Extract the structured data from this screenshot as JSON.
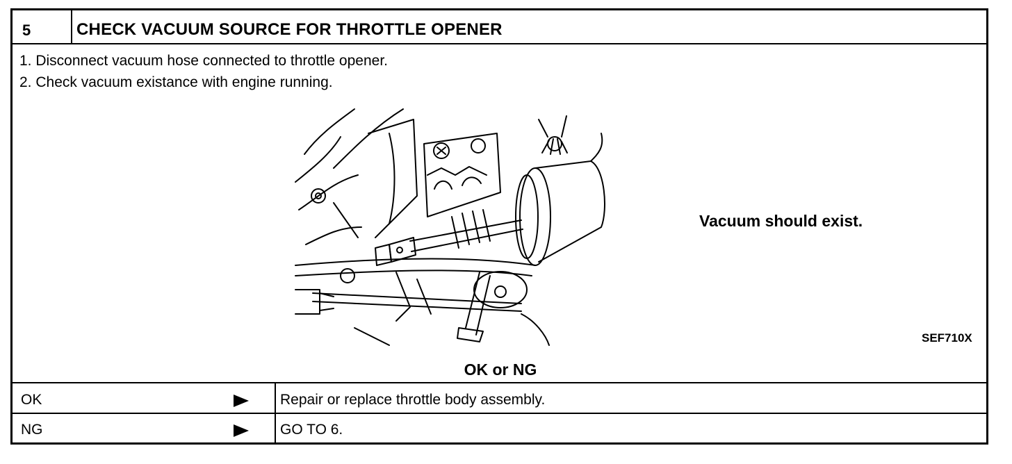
{
  "step": {
    "number": "5",
    "title": "CHECK VACUUM SOURCE FOR THROTTLE OPENER"
  },
  "instructions": [
    "1.  Disconnect vacuum hose connected to throttle opener.",
    "2.  Check vacuum existance with engine running."
  ],
  "figure": {
    "spec_text": "Vacuum should exist.",
    "reference_code": "SEF710X"
  },
  "result_prompt": "OK or NG",
  "outcomes": [
    {
      "label": "OK",
      "action": "Repair or replace throttle body assembly."
    },
    {
      "label": "NG",
      "action": "GO TO 6."
    }
  ],
  "icons": {
    "arrow": "right-triangle-arrow-icon"
  }
}
